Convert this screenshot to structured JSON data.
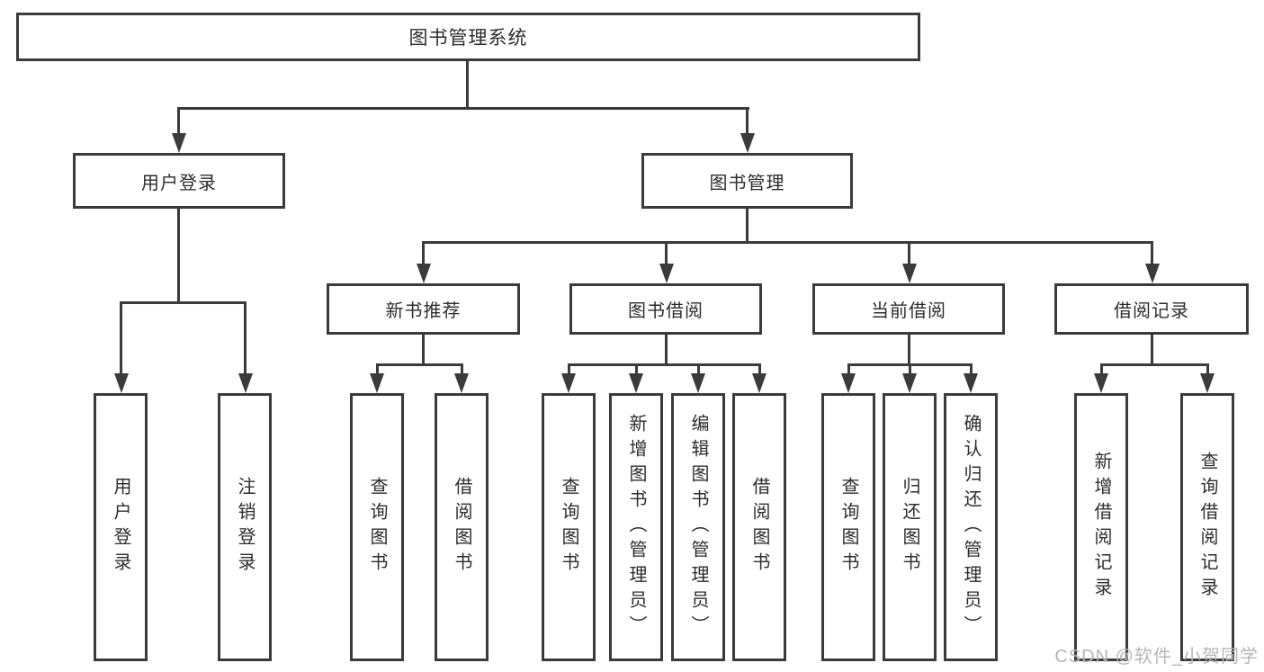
{
  "diagram_title": "图书管理系统",
  "watermark": "CSDN @软件_小贺同学",
  "colors": {
    "line": "#3b3b3b",
    "text": "#2d2d2d",
    "watermark": "#b3b7be",
    "background": "#ffffff"
  },
  "nodes": {
    "root": {
      "label": "图书管理系统"
    },
    "level2": [
      {
        "label": "用户登录"
      },
      {
        "label": "图书管理"
      }
    ],
    "level3": [
      {
        "label": "新书推荐",
        "parent": "图书管理"
      },
      {
        "label": "图书借阅",
        "parent": "图书管理"
      },
      {
        "label": "当前借阅",
        "parent": "图书管理"
      },
      {
        "label": "借阅记录",
        "parent": "图书管理"
      }
    ],
    "leaves": [
      {
        "label": "用户登录",
        "parent": "用户登录"
      },
      {
        "label": "注销登录",
        "parent": "用户登录"
      },
      {
        "label": "查询图书",
        "parent": "新书推荐"
      },
      {
        "label": "借阅图书",
        "parent": "新书推荐"
      },
      {
        "label": "查询图书",
        "parent": "图书借阅"
      },
      {
        "label": "新增图书（管理员）",
        "parent": "图书借阅"
      },
      {
        "label": "编辑图书（管理员）",
        "parent": "图书借阅"
      },
      {
        "label": "借阅图书",
        "parent": "图书借阅"
      },
      {
        "label": "查询图书",
        "parent": "当前借阅"
      },
      {
        "label": "归还图书",
        "parent": "当前借阅"
      },
      {
        "label": "确认归还（管理员）",
        "parent": "当前借阅"
      },
      {
        "label": "新增借阅记录",
        "parent": "借阅记录"
      },
      {
        "label": "查询借阅记录",
        "parent": "借阅记录"
      }
    ]
  }
}
